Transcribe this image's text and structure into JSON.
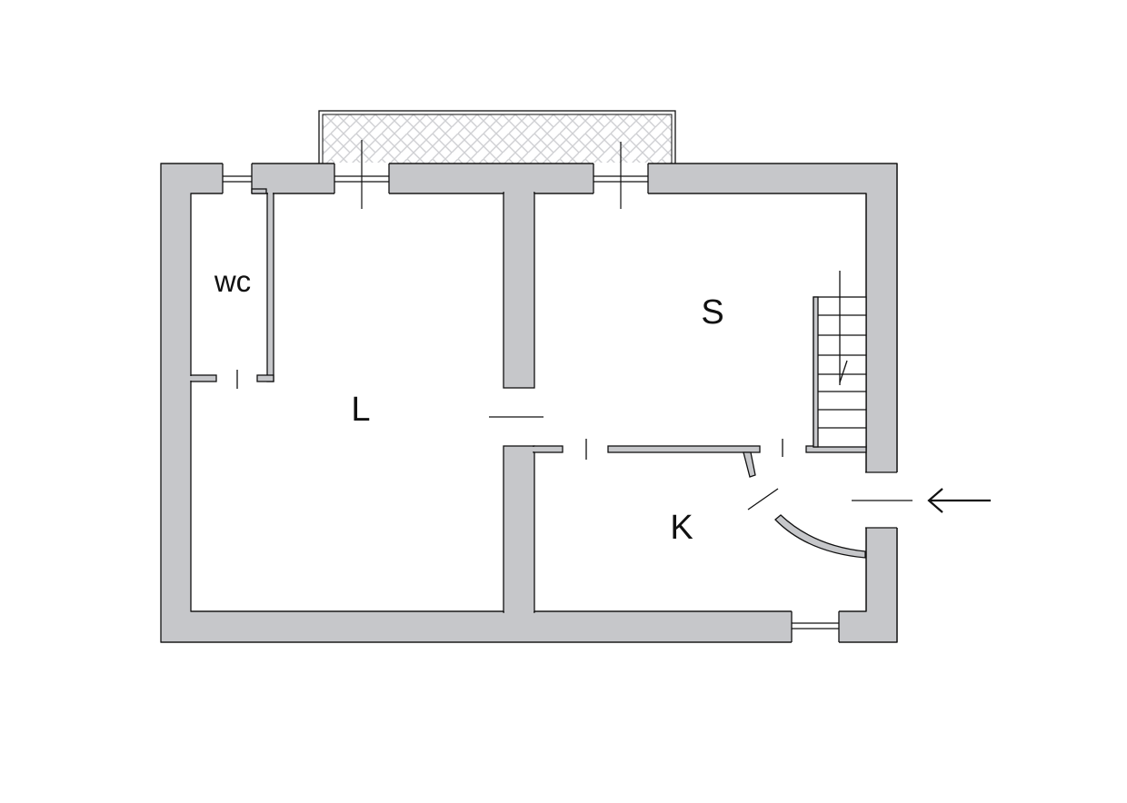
{
  "rooms": {
    "wc": "wc",
    "living": "L",
    "salon": "S",
    "kitchen": "K"
  },
  "colors": {
    "wall_fill": "#c6c7ca",
    "outline": "#111111",
    "terrace_pattern": "#cfd0d3"
  },
  "icons": {
    "entrance": "arrow-left-icon"
  }
}
